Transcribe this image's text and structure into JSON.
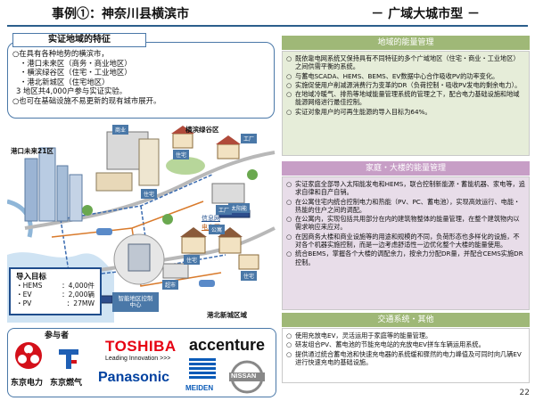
{
  "title": {
    "main": "事例①：神奈川县横滨市",
    "sub": "－ 广域大城市型 －"
  },
  "features": {
    "heading": "实证地域的特征",
    "lines": [
      "○在具有各种地势的横滨市，",
      "・港口未来区（商务・商业地区）",
      "・横滨绿谷区（住宅・工业地区）",
      "・港北新城区（住宅地区）",
      "3 地区共4,000户参与实证实验。",
      "○也可在基础设施不易更新的现有城市展开。"
    ]
  },
  "map": {
    "labels": {
      "minatomirai": "港口未来21区",
      "green_valley": "横滨绿谷区",
      "kohoku": "港北新城区域",
      "info_network": "信息网",
      "power_grid": "电力网",
      "control_center": "智能地区控制中心"
    },
    "small_tags": [
      "住宅",
      "工厂",
      "商业",
      "住宅",
      "公寓",
      "太阳能",
      "超市",
      "工厂",
      "住宅",
      "住宅"
    ]
  },
  "targets": {
    "heading": "导入目标",
    "rows": [
      {
        "label": "・HEMS",
        "value": "：4,000件"
      },
      {
        "label": "・EV",
        "value": "：2,000辆"
      },
      {
        "label": "・PV",
        "value": "：27MW"
      }
    ]
  },
  "participants": {
    "heading": "参与者",
    "logos": {
      "tepco": "东京电力",
      "tokyogas": "东京燃气",
      "toshiba": "TOSHIBA",
      "toshiba_tag": "Leading Innovation >>>",
      "panasonic": "Panasonic",
      "accenture": "accenture",
      "meiden": "MEIDEN",
      "nissan": "NISSAN"
    }
  },
  "panels": {
    "regional": {
      "heading": "地域的能量管理",
      "items": [
        "既依靠电网系统又保持具有不同特征的多个广域地区（住宅・商业・工业地区）之间供需平衡的系统。",
        "与蓄电SCADA、HEMS、BEMS、EV数据中心合作吸收PV的功率变化。",
        "实施促使用户削减源消费行为变革的DR（负荷控制・吸收PV发电的剩余电力）。",
        "在地域冷暖气、排热等地域能量管理系统的管理之下，配合电力基础设施和地域能源网络进行最佳控制。",
        "实证对象用户的可再生能源的导入目标为64%。"
      ]
    },
    "home": {
      "heading": "家庭・大楼的能量管理",
      "items": [
        "实证家庭全部导入太阳能发电和HEMS，联合控制新能源・蓄能机器、家电等，追求自律和自产自销。",
        "在公寓住宅内统合控制电力和热能（PV、PC、蓄电池），实现高效运行、电能・热能的住户之间的调配。",
        "在公寓内，实现包括共用部分在内的建筑物整体的能量管理，在整个建筑物内以需求响应来应对。",
        "在因商务大楼和商业设施等的用途和规模的不同，负荷形态也多样化的设施，不对各个机器实施控制，而是一边考虑舒适性一边优化整个大楼的能量使用。",
        "统合BEMS，掌握各个大楼的调配余力，按余力分配DR量，并配合CEMS实施DR控制。"
      ]
    },
    "transport": {
      "heading": "交通系统・其他",
      "items": [
        "使用充放电EV，灵活运用于家庭等的能量管理。",
        "研发组合PV、蓄电池的节能充电站的充放电EV拼车车辆运用系统。",
        "提供通过统合蓄电池和快速充电器的系统缓和骤然的电力峰值及可同时向几辆EV进行快速充电的基础设施。"
      ]
    }
  },
  "page_number": "22",
  "colors": {
    "accent": "#2b5e8c",
    "green_head": "#9fb877",
    "pink_head": "#c79ec6",
    "green_bg": "#e6edd9",
    "pink_bg": "#e8dde9",
    "tepco_red": "#d4101a",
    "toshiba_red": "#e60012",
    "panasonic_blue": "#0041a0"
  }
}
